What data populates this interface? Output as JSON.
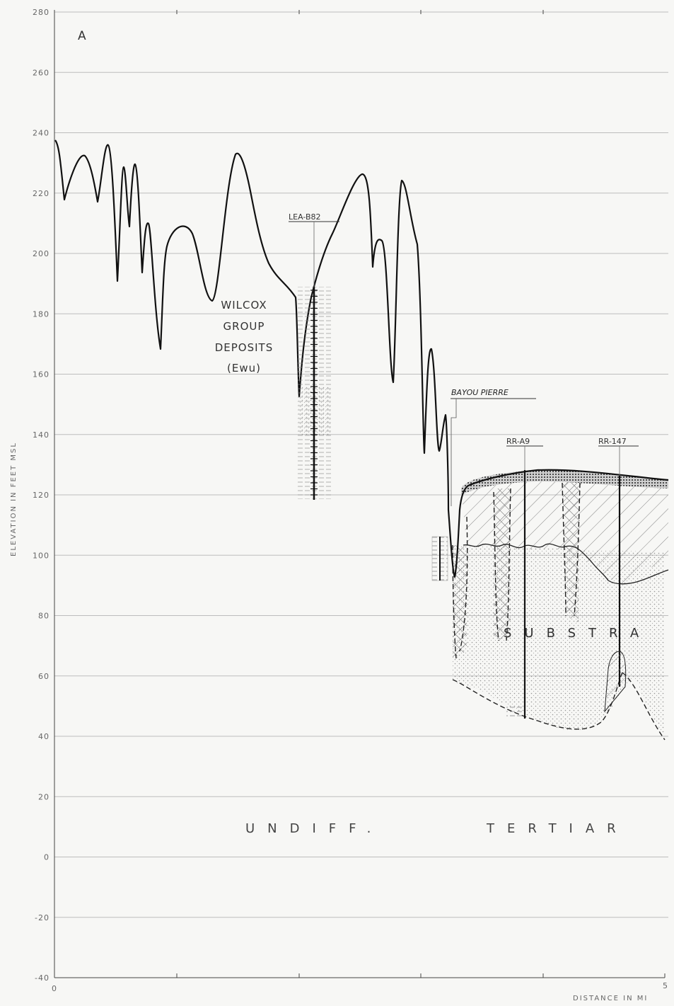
{
  "panel_label": "A",
  "y_axis": {
    "label": "ELEVATION IN FEET MSL",
    "ticks": [
      "280",
      "260",
      "240",
      "220",
      "200",
      "180",
      "160",
      "140",
      "120",
      "100",
      "80",
      "60",
      "40",
      "20",
      "0",
      "-20",
      "-40"
    ]
  },
  "x_axis": {
    "label": "DISTANCE IN MI",
    "ticks": [
      "0",
      "5"
    ]
  },
  "labels": {
    "wilcox_1": "WILCOX",
    "wilcox_2": "GROUP",
    "wilcox_3": "DEPOSITS",
    "wilcox_4": "(Ewu)",
    "bayou": "BAYOU PIERRE",
    "undiff": "UNDIFF.",
    "tertiary": "TERTIAR",
    "substratum": "SUBSTRA"
  },
  "borings": [
    {
      "id": "LEA-B82",
      "top_elev": 187,
      "bottom_elev": 118
    },
    {
      "id": "RR-A9",
      "top_elev": 128,
      "bottom_elev": 46
    },
    {
      "id": "RR-147",
      "top_elev": 126,
      "bottom_elev": 56
    }
  ],
  "colors": {
    "line": "#1a1a1a",
    "grid": "#bdbdbd",
    "paper": "#f7f7f5"
  }
}
